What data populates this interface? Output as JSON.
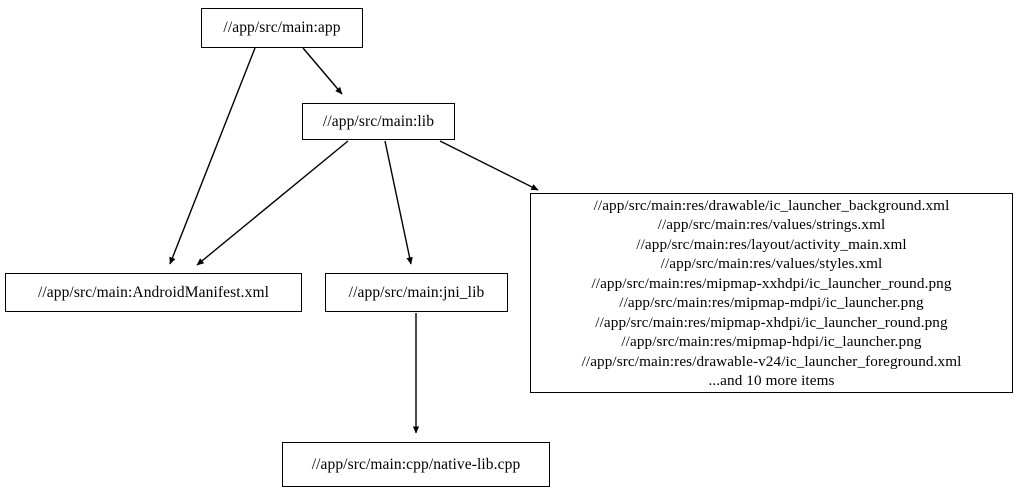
{
  "graph": {
    "type": "directed-dependency-graph",
    "background_color": "#ffffff",
    "node_border_color": "#000000",
    "edge_color": "#000000",
    "nodes": [
      {
        "id": "app",
        "label": "//app/src/main:app"
      },
      {
        "id": "lib",
        "label": "//app/src/main:lib"
      },
      {
        "id": "manifest",
        "label": "//app/src/main:AndroidManifest.xml"
      },
      {
        "id": "jni_lib",
        "label": "//app/src/main:jni_lib"
      },
      {
        "id": "res",
        "label": "//app/src/main:res/drawable/ic_launcher_background.xml\n//app/src/main:res/values/strings.xml\n//app/src/main:res/layout/activity_main.xml\n//app/src/main:res/values/styles.xml\n//app/src/main:res/mipmap-xxhdpi/ic_launcher_round.png\n//app/src/main:res/mipmap-mdpi/ic_launcher.png\n//app/src/main:res/mipmap-xhdpi/ic_launcher_round.png\n//app/src/main:res/mipmap-hdpi/ic_launcher.png\n//app/src/main:res/drawable-v24/ic_launcher_foreground.xml\n...and 10 more items"
      },
      {
        "id": "native_lib",
        "label": "//app/src/main:cpp/native-lib.cpp"
      }
    ],
    "edges": [
      {
        "from": "app",
        "to": "manifest"
      },
      {
        "from": "app",
        "to": "lib"
      },
      {
        "from": "lib",
        "to": "manifest"
      },
      {
        "from": "lib",
        "to": "jni_lib"
      },
      {
        "from": "lib",
        "to": "res"
      },
      {
        "from": "jni_lib",
        "to": "native_lib"
      }
    ]
  }
}
